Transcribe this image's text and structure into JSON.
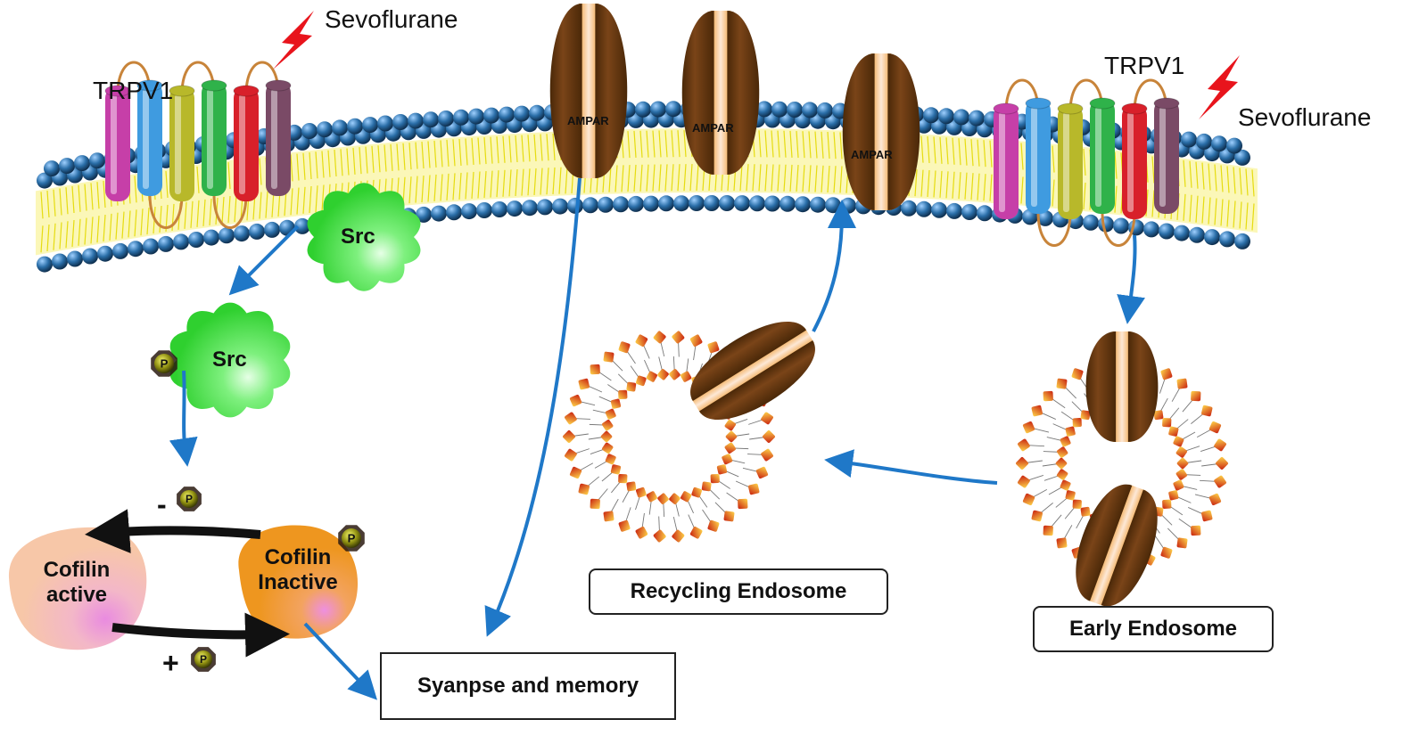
{
  "labels": {
    "sevoflurane_left": "Sevoflurane",
    "sevoflurane_right": "Sevoflurane",
    "trpv1_left": "TRPV1",
    "trpv1_right": "TRPV1",
    "ampar": "AMPAR",
    "src": "Src",
    "src_phospho": "Src",
    "phospho": "P",
    "minus": "-",
    "plus": "+",
    "cofilin_active_1": "Cofilin",
    "cofilin_active_2": "active",
    "cofilin_inactive_1": "Cofilin",
    "cofilin_inactive_2": "Inactive",
    "recycling_endosome": "Recycling Endosome",
    "early_endosome": "Early Endosome",
    "synapse_memory": "Syanpse and memory"
  },
  "colors": {
    "arrow_blue": "#1f78c8",
    "membrane_head": "#1e5c8c",
    "membrane_tail": "#f4ee3a",
    "ampar_brown": "#6b3a12",
    "ampar_core": "#f6cf9a",
    "src_green": "#4be04b",
    "cofilin_active": "#f6c4a6",
    "cofilin_inactive": "#f19a2c",
    "vesicle_head": "#d8281c",
    "lightning": "#e8141c"
  }
}
